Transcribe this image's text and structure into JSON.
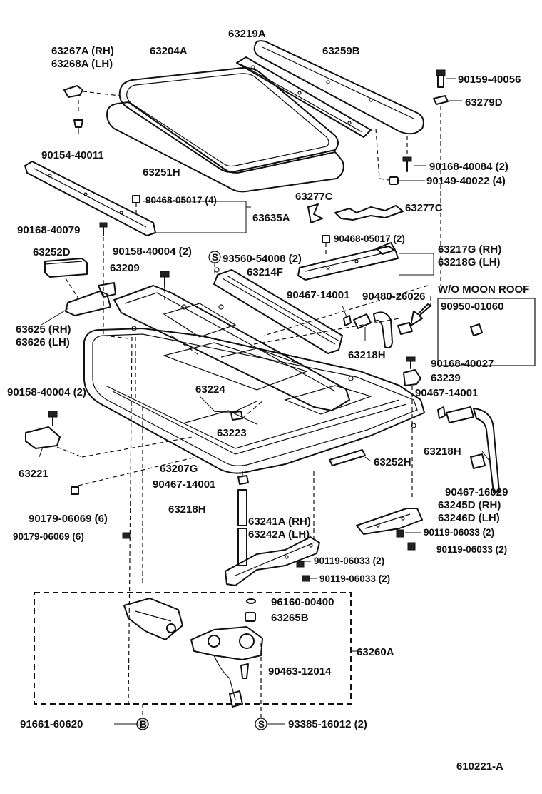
{
  "labels": {
    "p63267A": "63267A (RH)",
    "p63268A": "63268A (LH)",
    "p63204A": "63204A",
    "p63219A": "63219A",
    "p63259B": "63259B",
    "p90159_40056": "90159-40056",
    "p63279D": "63279D",
    "p90154_40011": "90154-40011",
    "p63251H": "63251H",
    "p90168_40084": "90168-40084 (2)",
    "p90149_40022": "90149-40022 (4)",
    "p90468_05017a": "90468-05017 (4)",
    "p63277C_a": "63277C",
    "p63277C_b": "63277C",
    "p63635A": "63635A",
    "p90168_40079": "90168-40079",
    "p90468_05017b": "90468-05017 (2)",
    "p63252D": "63252D",
    "p90158_40004a": "90158-40004 (2)",
    "p93560_54008": "93560-54008 (2)",
    "p63217G": "63217G (RH)",
    "p63218G": "63218G (LH)",
    "p63209": "63209",
    "p63214F": "63214F",
    "p90467_14001a": "90467-14001",
    "p90480_26026": "90480-26026",
    "wo_moon": "W/O MOON ROOF",
    "p90950_01060": "90950-01060",
    "p63625": "63625 (RH)",
    "p63626": "63626 (LH)",
    "p63218H_a": "63218H",
    "p90168_40027": "90168-40027",
    "p63239": "63239",
    "p90158_40004b": "90158-40004 (2)",
    "p63224": "63224",
    "p90467_14001b": "90467-14001",
    "p63223": "63223",
    "p63221": "63221",
    "p63218H_b": "63218H",
    "p63252H": "63252H",
    "p63207G": "63207G",
    "p90467_14001c": "90467-14001",
    "p90467_16029": "90467-16029",
    "p90179_06069a": "90179-06069 (6)",
    "p63245D": "63245D (RH)",
    "p63246D": "63246D (LH)",
    "p63218H_c": "63218H",
    "p63241A": "63241A (RH)",
    "p63242A": "63242A (LH)",
    "p90119_06033a": "90119-06033 (2)",
    "p90119_06033b": "90119-06033 (2)",
    "p90179_06069b": "90179-06069 (6)",
    "p90119_06033c": "90119-06033 (2)",
    "p90119_06033d": "90119-06033 (2)",
    "p96160_00400": "96160-00400",
    "p63265B": "63265B",
    "p63260A": "63260A",
    "p90463_12014": "90463-12014",
    "p91661_60620": "91661-60620",
    "p93385_16012": "93385-16012 (2)",
    "diagram_id": "610221-A"
  },
  "symbols": {
    "s_marker": "S",
    "b_marker": "B"
  }
}
